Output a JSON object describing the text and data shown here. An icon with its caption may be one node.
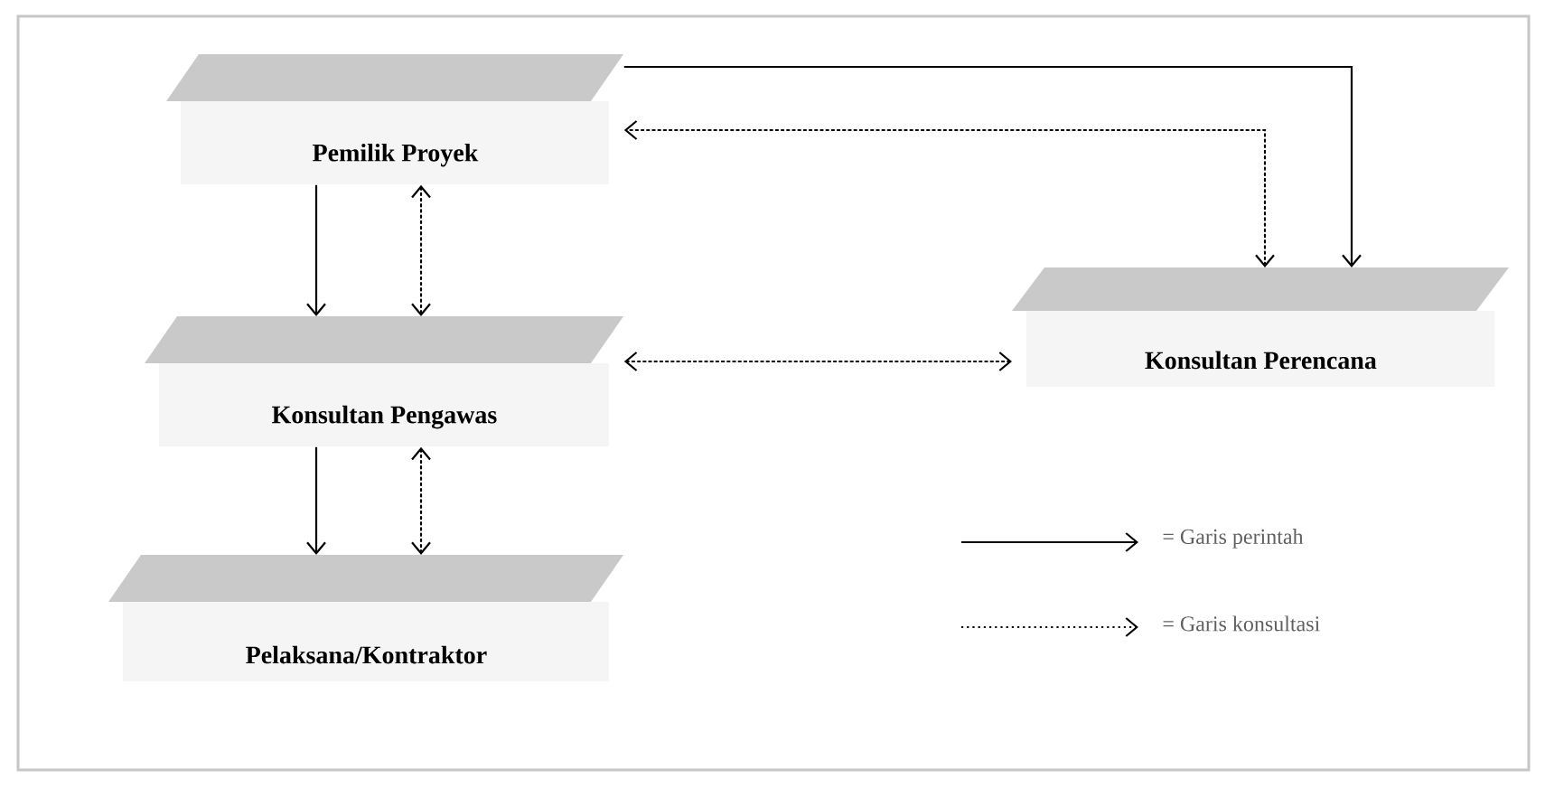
{
  "diagram": {
    "nodes": [
      {
        "text": [
          "Pemilik Proyek"
        ]
      },
      {
        "text": [
          "Konsultan Pengawas"
        ]
      },
      {
        "text": [
          "Pelaksana/Kontraktor"
        ]
      },
      {
        "text": [
          "Konsultan Perencana"
        ]
      }
    ],
    "edges": [
      {
        "from": 0,
        "to": 1,
        "arrow": "to"
      },
      {
        "from": 0,
        "to": 1,
        "arrow": "both",
        "style": "dashed"
      },
      {
        "from": 1,
        "to": 2,
        "arrow": "to"
      },
      {
        "from": 1,
        "to": 2,
        "arrow": "both",
        "style": "dashed"
      },
      {
        "from": 0,
        "to": 3,
        "arrow": "to"
      },
      {
        "from": 3,
        "to": 0,
        "arrow": "both",
        "style": "dashed"
      },
      {
        "from": 1,
        "to": 3,
        "arrow": "both",
        "style": "dashed"
      }
    ],
    "legend": [
      {
        "text": "= Garis perintah"
      },
      {
        "text": "= Garis konsultasi"
      }
    ]
  }
}
